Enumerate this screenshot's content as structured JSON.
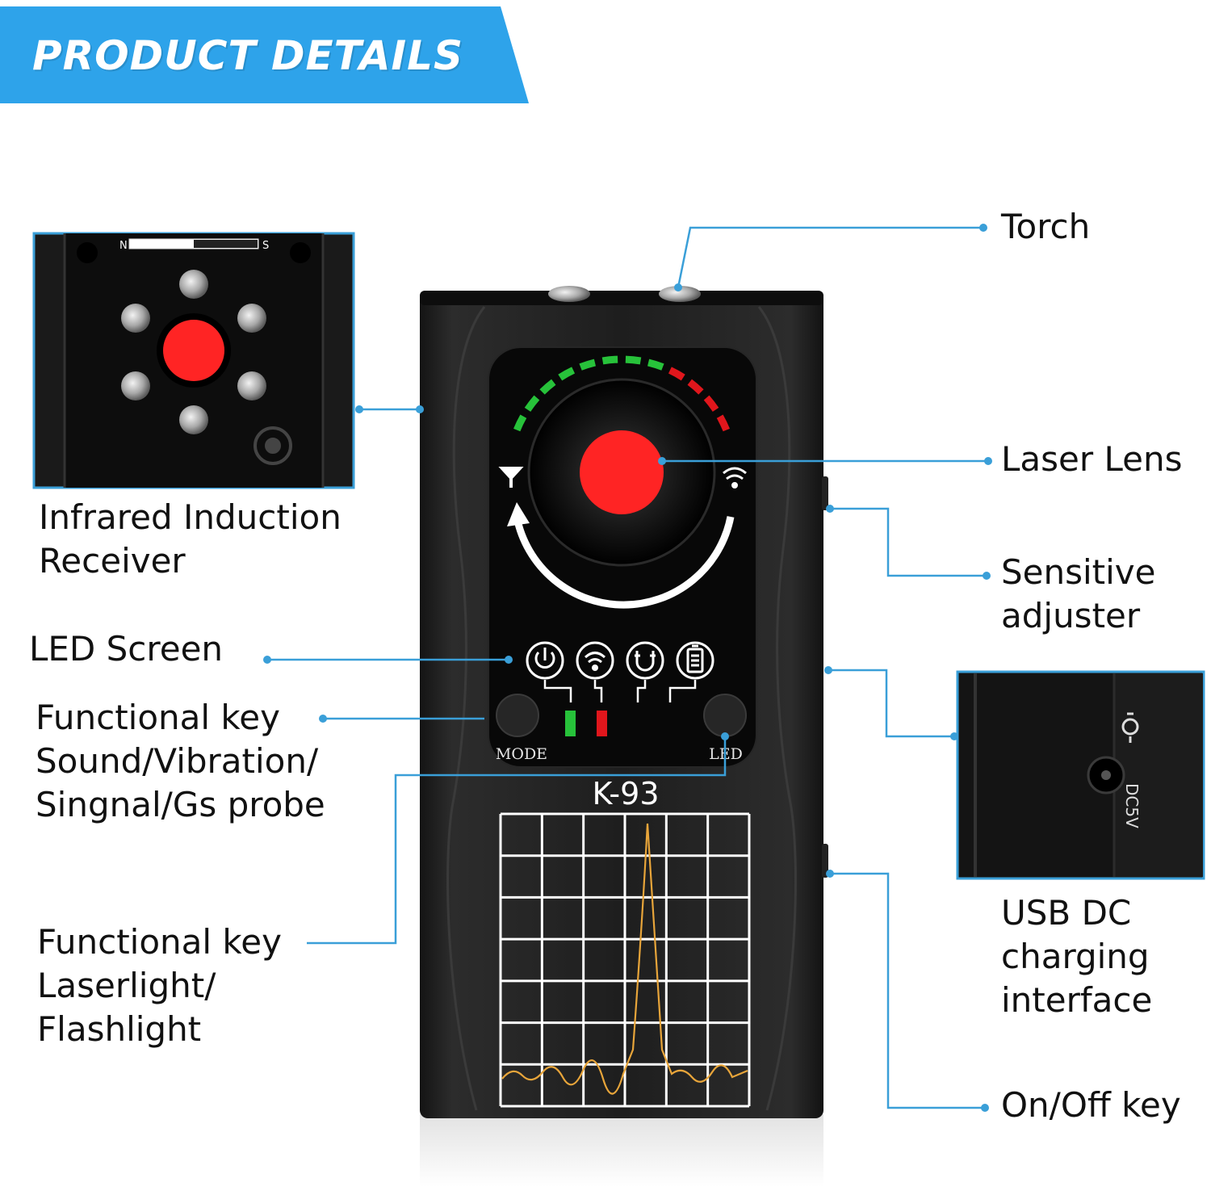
{
  "banner": {
    "title": "PRODUCT DETAILS"
  },
  "callouts": {
    "torch": "Torch",
    "laser_lens": "Laser Lens",
    "sensitive_adjuster": [
      "Sensitive",
      "adjuster"
    ],
    "usb_dc": [
      "USB DC",
      "charging",
      "interface"
    ],
    "on_off": "On/Off key",
    "infrared": [
      "Infrared Induction",
      "Receiver"
    ],
    "led_screen": "LED Screen",
    "func_key_mode": [
      "Functional key",
      "Sound/Vibration/",
      "Singnal/Gs probe"
    ],
    "func_key_led": [
      "Functional key",
      "Laserlight/",
      "Flashlight"
    ]
  },
  "device": {
    "model": "K-93",
    "mode_button": "MODE",
    "led_button": "LED",
    "compass_n": "N",
    "compass_s": "S",
    "port_label": "DC5V"
  },
  "colors": {
    "banner": "#2ea3ea",
    "callout_line": "#3a9fd8",
    "lens_red": "#ff2424",
    "meter_green": "#27c23a",
    "meter_red": "#e0161c",
    "waveform": "#e8a53a"
  },
  "icons": [
    "power-icon",
    "wifi-signal-icon",
    "magnet-icon",
    "battery-icon"
  ]
}
